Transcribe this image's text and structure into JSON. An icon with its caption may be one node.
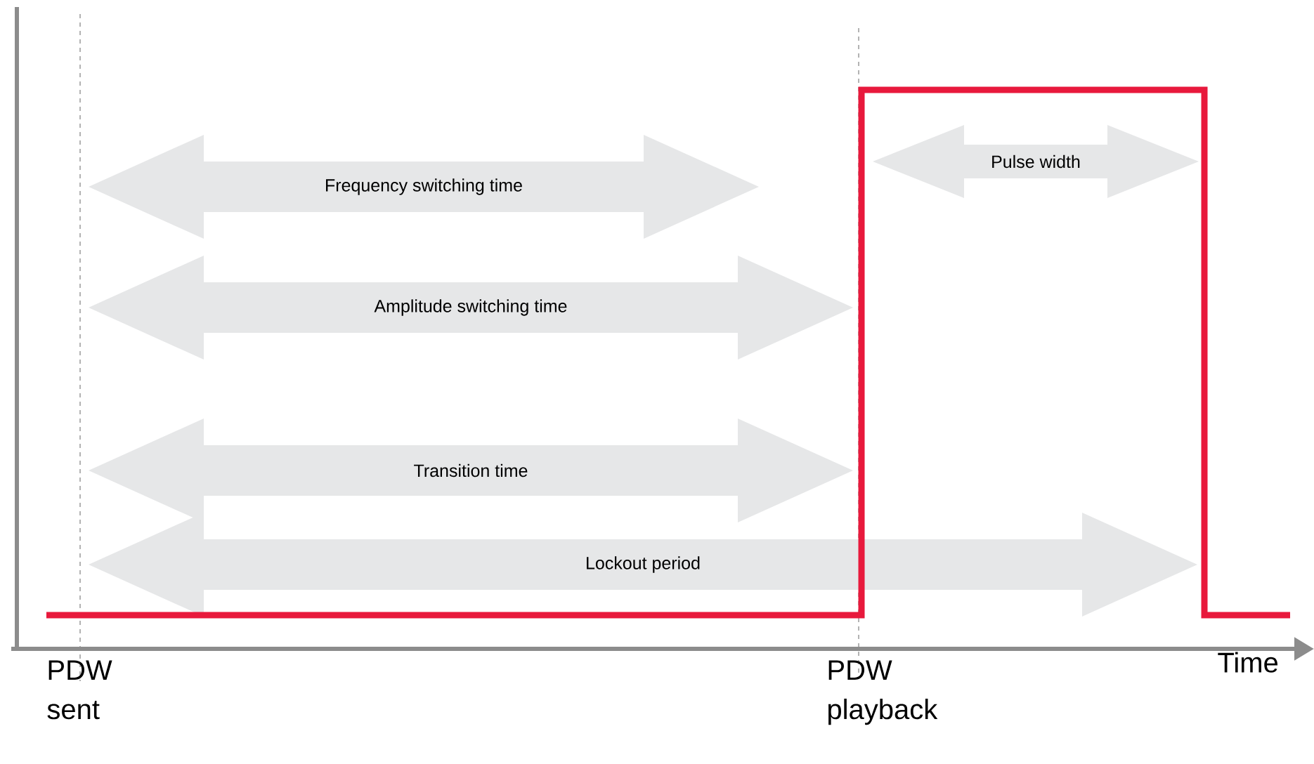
{
  "diagram": {
    "nodes": [
      {
        "text": [
          "Frequency switching time"
        ]
      },
      {
        "text": [
          "Pulse width"
        ]
      },
      {
        "text": [
          "Amplitude switching time"
        ]
      },
      {
        "text": [
          "Transition time"
        ]
      },
      {
        "text": [
          "Lockout period"
        ]
      }
    ],
    "labels": [
      "PDW sent",
      "PDW playback",
      "Time"
    ]
  }
}
